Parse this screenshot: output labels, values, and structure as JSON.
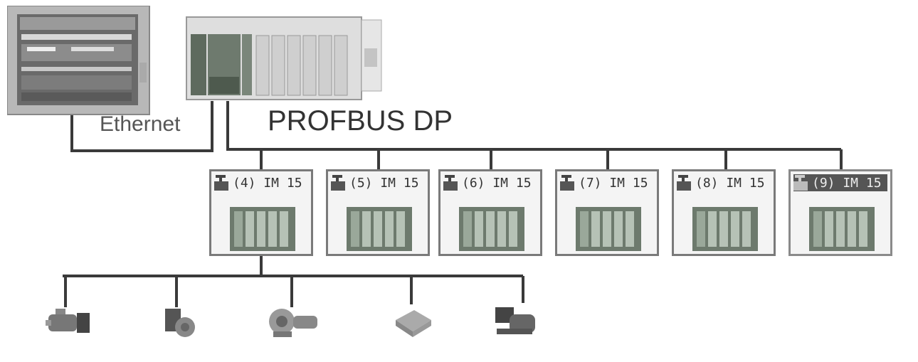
{
  "labels": {
    "ethernet": "Ethernet",
    "profibus": "PROFBUS DP"
  },
  "stations": [
    {
      "label": "(4) IM 15"
    },
    {
      "label": "(5) IM 15"
    },
    {
      "label": "(6) IM 15"
    },
    {
      "label": "(7) IM 15"
    },
    {
      "label": "(8) IM 15"
    },
    {
      "label": "(9) IM 15"
    }
  ],
  "icons": {
    "hmi": "hmi-panel-icon",
    "plc": "plc-rack-icon",
    "devices": [
      "motor-icon",
      "servo-motor-icon",
      "pump-icon",
      "valve-block-icon",
      "gear-motor-icon"
    ]
  },
  "colors": {
    "line": "#3a3a3a",
    "station_border": "#7a7a7a",
    "active_header": "#555555"
  }
}
